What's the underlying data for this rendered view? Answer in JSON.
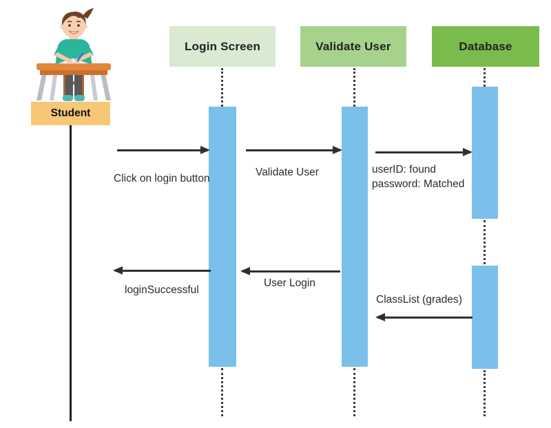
{
  "actor": {
    "label": "Student",
    "icon": "student-at-desk-illustration"
  },
  "lifelines": [
    {
      "label": "Login Screen",
      "header_color": "#d9e9d2"
    },
    {
      "label": "Validate User",
      "header_color": "#a7d28b"
    },
    {
      "label": "Database",
      "header_color": "#7abb4d"
    }
  ],
  "messages": [
    {
      "label": "Click on login button",
      "from": "Student",
      "to": "Login Screen",
      "direction": "right"
    },
    {
      "label": "Validate User",
      "from": "Login Screen",
      "to": "Validate User",
      "direction": "right"
    },
    {
      "label_line1": "userID: found",
      "label_line2": "password: Matched",
      "from": "Validate User",
      "to": "Database",
      "direction": "right"
    },
    {
      "label": "User Login",
      "from": "Validate User",
      "to": "Login Screen",
      "direction": "left"
    },
    {
      "label": "loginSuccessful",
      "from": "Login Screen",
      "to": "Student",
      "direction": "left"
    },
    {
      "label": "ClassList (grades)",
      "from": "Database",
      "to": "Validate User",
      "direction": "left"
    }
  ],
  "colors": {
    "login_screen_header": "#d9e9d2",
    "validate_user_header": "#a7d28b",
    "database_header": "#7abb4d",
    "actor_label_bg": "#f7c778",
    "activation_bar": "#7bbfeb",
    "arrow": "#2f2f2f",
    "text": "#2b2b2b",
    "background": "#ffffff"
  }
}
